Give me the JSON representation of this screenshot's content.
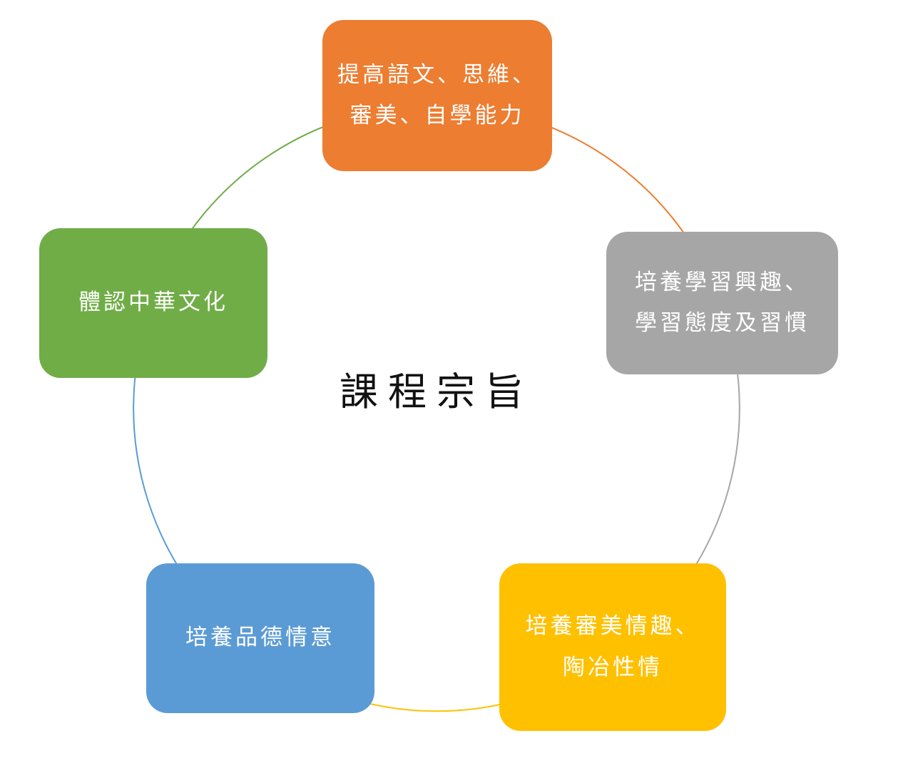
{
  "diagram": {
    "center_title": "課程宗旨",
    "type": "cycle",
    "nodes": [
      {
        "id": "improve-abilities",
        "position": "top",
        "color": "#ED7D31",
        "lines": [
          "提高語文、思維、",
          "審美、自學能力"
        ]
      },
      {
        "id": "learning-interest",
        "position": "right",
        "color": "#A6A6A6",
        "lines": [
          "培養學習興趣、",
          "學習態度及習慣"
        ]
      },
      {
        "id": "aesthetic-taste",
        "position": "bottom-right",
        "color": "#FFC000",
        "lines": [
          "培養審美情趣、",
          "陶冶性情"
        ]
      },
      {
        "id": "moral-character",
        "position": "bottom-left",
        "color": "#5B9BD5",
        "lines": [
          "培養品德情意"
        ]
      },
      {
        "id": "chinese-culture",
        "position": "left",
        "color": "#70AD47",
        "lines": [
          "體認中華文化"
        ]
      }
    ]
  }
}
